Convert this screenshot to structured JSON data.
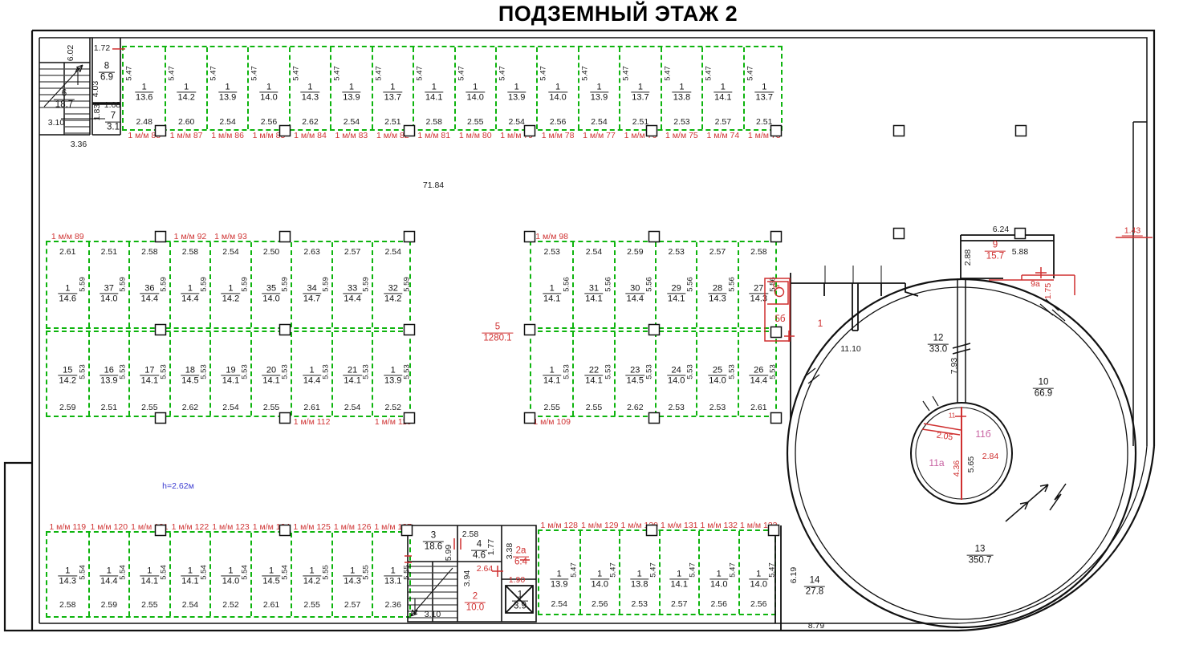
{
  "title": "ПОДЗЕМНЫЙ ЭТАЖ 2",
  "height_note": "h=2.62м",
  "colors": {
    "wall": "#000000",
    "parking_line": "#0eb40e",
    "annotation_red": "#cf2f2f",
    "note_blue": "#3b3bd0",
    "room_pink": "#c75fa0"
  },
  "parking_rows": {
    "top": {
      "depth": "5.47",
      "stalls": [
        {
          "num": "1",
          "area": "13.6",
          "width": "2.48",
          "label": "1 м/м 88"
        },
        {
          "num": "1",
          "area": "14.2",
          "width": "2.60",
          "label": "1 м/м 87"
        },
        {
          "num": "1",
          "area": "13.9",
          "width": "2.54",
          "label": "1 м/м 86"
        },
        {
          "num": "1",
          "area": "14.0",
          "width": "2.56",
          "label": "1 м/м 85"
        },
        {
          "num": "1",
          "area": "14.3",
          "width": "2.62",
          "label": "1 м/м 84"
        },
        {
          "num": "1",
          "area": "13.9",
          "width": "2.54",
          "label": "1 м/м 83"
        },
        {
          "num": "1",
          "area": "13.7",
          "width": "2.51",
          "label": "1 м/м 82"
        },
        {
          "num": "1",
          "area": "14.1",
          "width": "2.58",
          "label": "1 м/м 81"
        },
        {
          "num": "1",
          "area": "14.0",
          "width": "2.55",
          "label": "1 м/м 80"
        },
        {
          "num": "1",
          "area": "13.9",
          "width": "2.54",
          "label": "1 м/м 79"
        },
        {
          "num": "1",
          "area": "14.0",
          "width": "2.56",
          "label": "1 м/м 78"
        },
        {
          "num": "1",
          "area": "13.9",
          "width": "2.54",
          "label": "1 м/м 77"
        },
        {
          "num": "1",
          "area": "13.7",
          "width": "2.51",
          "label": "1 м/м 76"
        },
        {
          "num": "1",
          "area": "13.8",
          "width": "2.53",
          "label": "1 м/м 75"
        },
        {
          "num": "1",
          "area": "14.1",
          "width": "2.57",
          "label": "1 м/м 74"
        },
        {
          "num": "1",
          "area": "13.7",
          "width": "2.51",
          "label": "1 м/м 73"
        }
      ]
    },
    "mid_left_top": {
      "depth": "5.59",
      "stalls": [
        {
          "num": "1",
          "area": "14.6",
          "width": "2.61",
          "label": "1 м/м 89"
        },
        {
          "num": "37",
          "area": "14.0",
          "width": "2.51"
        },
        {
          "num": "36",
          "area": "14.4",
          "width": "2.58"
        },
        {
          "num": "1",
          "area": "14.4",
          "width": "2.58",
          "label": "1 м/м 92"
        },
        {
          "num": "1",
          "area": "14.2",
          "width": "2.54",
          "label": "1 м/м 93"
        },
        {
          "num": "35",
          "area": "14.0",
          "width": "2.50"
        },
        {
          "num": "34",
          "area": "14.7",
          "width": "2.63"
        },
        {
          "num": "33",
          "area": "14.4",
          "width": "2.57"
        },
        {
          "num": "32",
          "area": "14.2",
          "width": "2.54"
        }
      ]
    },
    "mid_left_bottom": {
      "depth": "5.53",
      "stalls": [
        {
          "num": "15",
          "area": "14.2",
          "width": "2.59"
        },
        {
          "num": "16",
          "area": "13.9",
          "width": "2.51"
        },
        {
          "num": "17",
          "area": "14.1",
          "width": "2.55"
        },
        {
          "num": "18",
          "area": "14.5",
          "width": "2.62"
        },
        {
          "num": "19",
          "area": "14.1",
          "width": "2.54"
        },
        {
          "num": "20",
          "area": "14.1",
          "width": "2.55"
        },
        {
          "num": "1",
          "area": "14.4",
          "width": "2.61",
          "label": "1 м/м 112"
        },
        {
          "num": "21",
          "area": "14.1",
          "width": "2.54"
        },
        {
          "num": "1",
          "area": "13.9",
          "width": "2.52",
          "label": "1 м/м 110"
        }
      ]
    },
    "mid_center_top": {
      "depth": "5.56",
      "stalls": [
        {
          "num": "1",
          "area": "14.1",
          "width": "2.53",
          "label": "1 м/м 98"
        },
        {
          "num": "31",
          "area": "14.1",
          "width": "2.54"
        },
        {
          "num": "30",
          "area": "14.4",
          "width": "2.59"
        },
        {
          "num": "29",
          "area": "14.1",
          "width": "2.53"
        },
        {
          "num": "28",
          "area": "14.3",
          "width": "2.57"
        },
        {
          "num": "27",
          "area": "14.3",
          "width": "2.58"
        }
      ]
    },
    "mid_center_bottom": {
      "depth": "5.53",
      "stalls": [
        {
          "num": "1",
          "area": "14.1",
          "width": "2.55",
          "label": "1 м/м 109"
        },
        {
          "num": "22",
          "area": "14.1",
          "width": "2.55"
        },
        {
          "num": "23",
          "area": "14.5",
          "width": "2.62"
        },
        {
          "num": "24",
          "area": "14.0",
          "width": "2.53"
        },
        {
          "num": "25",
          "area": "14.0",
          "width": "2.53"
        },
        {
          "num": "26",
          "area": "14.4",
          "width": "2.61"
        }
      ]
    },
    "bottom_left": {
      "depth": "5.54",
      "stalls": [
        {
          "num": "1",
          "area": "14.3",
          "width": "2.58",
          "label": "1 м/м 119"
        },
        {
          "num": "1",
          "area": "14.4",
          "width": "2.59",
          "label": "1 м/м 120"
        },
        {
          "num": "1",
          "area": "14.1",
          "width": "2.55",
          "label": "1 м/м 121"
        },
        {
          "num": "1",
          "area": "14.1",
          "width": "2.54",
          "label": "1 м/м 122"
        },
        {
          "num": "1",
          "area": "14.0",
          "width": "2.52",
          "label": "1 м/м 123"
        },
        {
          "num": "1",
          "area": "14.5",
          "width": "2.61",
          "label": "1 м/м 124"
        },
        {
          "num": "1",
          "area": "14.2",
          "width": "2.55",
          "label": "1 м/м 125",
          "depth": "5.55"
        },
        {
          "num": "1",
          "area": "14.3",
          "width": "2.57",
          "label": "1 м/м 126",
          "depth": "5.55"
        },
        {
          "num": "1",
          "area": "13.1",
          "width": "2.36",
          "label": "1 м/м 127",
          "depth": "5.55"
        }
      ]
    },
    "bottom_right": {
      "depth": "5.47",
      "stalls": [
        {
          "num": "1",
          "area": "13.9",
          "width": "2.54",
          "label": "1 м/м 128"
        },
        {
          "num": "1",
          "area": "14.0",
          "width": "2.56",
          "label": "1 м/м 129"
        },
        {
          "num": "1",
          "area": "13.8",
          "width": "2.53",
          "label": "1 м/м 130"
        },
        {
          "num": "1",
          "area": "14.1",
          "width": "2.57",
          "label": "1 м/м 131"
        },
        {
          "num": "1",
          "area": "14.0",
          "width": "2.56",
          "label": "1 м/м 132"
        },
        {
          "num": "1",
          "area": "14.0",
          "width": "2.56",
          "label": "1 м/м 133"
        }
      ]
    }
  },
  "rooms": {
    "r6": {
      "num": "6",
      "area": "18.7"
    },
    "r8": {
      "num": "8",
      "area": "6.9"
    },
    "r7": {
      "num": "7",
      "area": "3.1"
    },
    "r5": {
      "num": "5",
      "area": "1280.1"
    },
    "r5b": {
      "label": "5б",
      "icon": "5а"
    },
    "r1_zone": {
      "label": "1"
    },
    "r9": {
      "num": "9",
      "area": "15.7"
    },
    "r9a": {
      "label": "9а"
    },
    "r10": {
      "num": "10",
      "area": "66.9"
    },
    "r11": {
      "label": "11"
    },
    "r11a": {
      "label": "11а"
    },
    "r11b": {
      "label": "11б"
    },
    "r12": {
      "num": "12",
      "area": "33.0"
    },
    "r13": {
      "num": "13",
      "area": "350.7"
    },
    "r14": {
      "num": "14",
      "area": "27.8"
    },
    "r3": {
      "num": "3",
      "area": "18.6"
    },
    "r4": {
      "num": "4",
      "area": "4.6"
    },
    "r2a": {
      "num": "2а",
      "area": "6.4"
    },
    "r2": {
      "num": "2",
      "area": "10.0"
    },
    "r1e": {
      "num": "1",
      "area": "3.9"
    }
  },
  "dims": {
    "v602": "6.02",
    "v310": "3.10",
    "v336": "3.36",
    "v172": "1.72",
    "v403": "4.03",
    "v183": "1.83",
    "v168": "1.68",
    "v7184": "71.84",
    "v624": "6.24",
    "v288": "2.88",
    "v588": "5.88",
    "v175": "1.75",
    "v143": "1.43",
    "v793": "7.93",
    "v1110": "11.10",
    "v205": "2.05",
    "v565": "5.65",
    "v436": "4.36",
    "v284": "2.84",
    "v619": "6.19",
    "v879": "8.79",
    "v599": "5.99",
    "v310b": "3.10",
    "v258": "2.58",
    "v177": "1.77",
    "v338": "3.38",
    "v264": "2.64",
    "v190": "1.90",
    "v394": "3.94"
  }
}
